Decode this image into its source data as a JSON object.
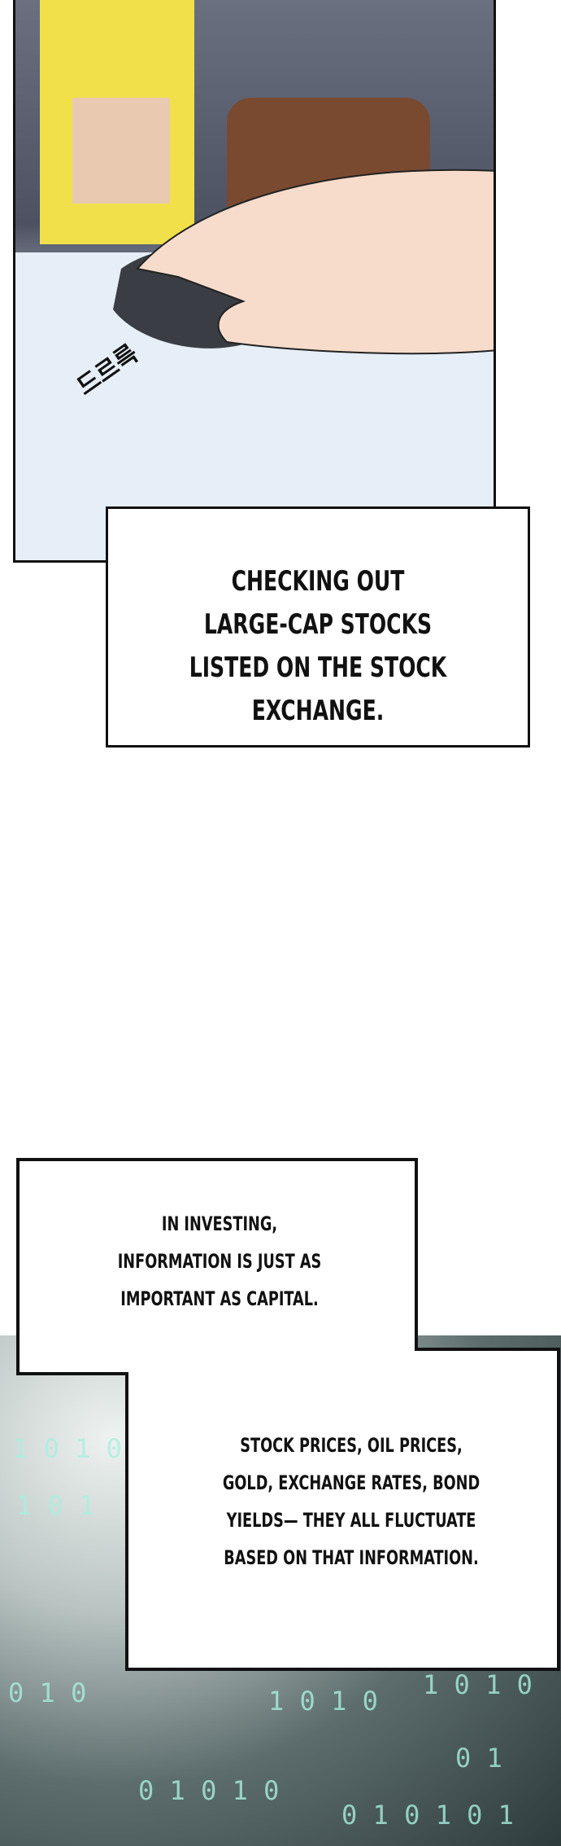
{
  "panels": [
    {
      "caption": [
        "CHECKING OUT",
        "LARGE-CAP STOCKS",
        "LISTED ON THE STOCK",
        "EXCHANGE."
      ],
      "sfx": "드르륵"
    },
    {
      "caption_top": [
        "IN INVESTING,",
        "INFORMATION IS JUST AS",
        "IMPORTANT AS CAPITAL."
      ],
      "caption_bottom": [
        "STOCK PRICES, OIL PRICES,",
        "GOLD, EXCHANGE RATES, BOND",
        "YIELDS— THEY ALL FLUCTUATE",
        "BASED ON THAT INFORMATION."
      ]
    }
  ]
}
